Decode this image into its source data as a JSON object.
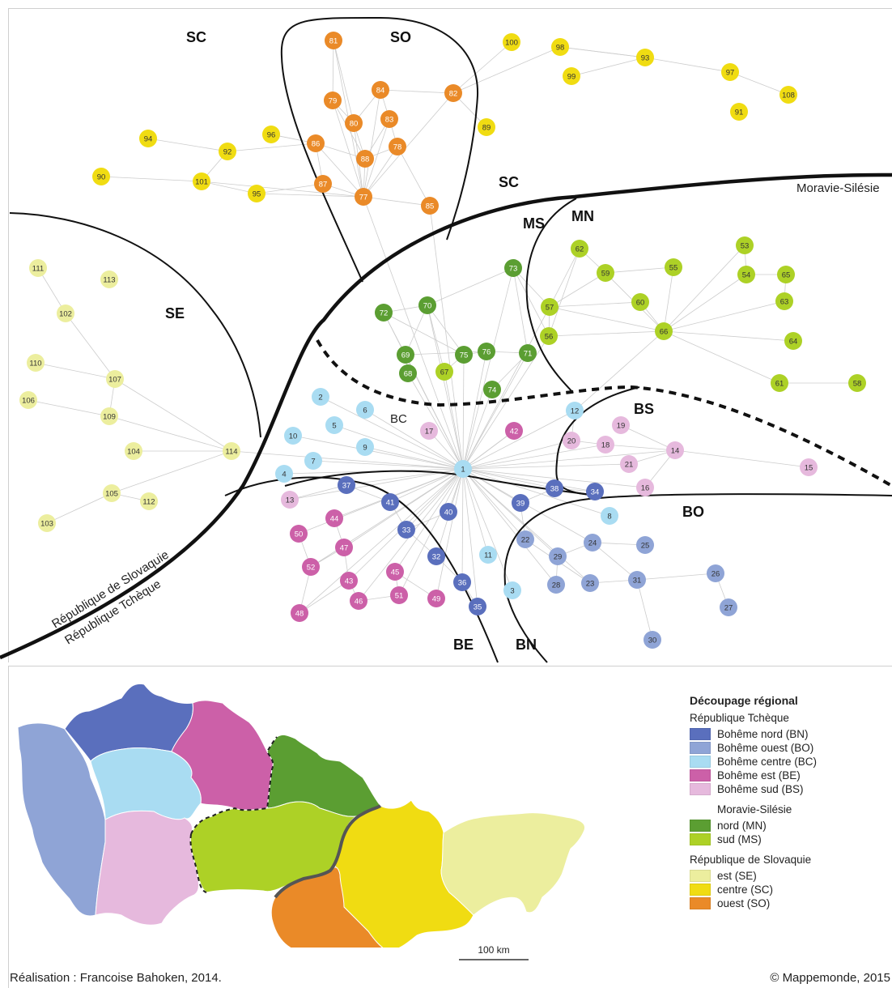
{
  "regions": {
    "SC": "SC",
    "SO": "SO",
    "SE": "SE",
    "MS": "MS",
    "MN": "MN",
    "BS": "BS",
    "BO": "BO",
    "BE": "BE",
    "BN": "BN",
    "BC": "BC"
  },
  "labels": {
    "moravie": "Moravie-Silésie",
    "slovaquie": "République de Slovaquie",
    "tcheque": "République Tchèque"
  },
  "legend": {
    "title": "Découpage régional",
    "cz_title": "République Tchèque",
    "cz_items": [
      {
        "label": "Bohême nord (BN)",
        "color": "#5a6fbd"
      },
      {
        "label": "Bohême ouest (BO)",
        "color": "#8fa4d6"
      },
      {
        "label": "Bohême centre (BC)",
        "color": "#a9dcf2"
      },
      {
        "label": "Bohême est (BE)",
        "color": "#cc60a8"
      },
      {
        "label": "Bohême sud (BS)",
        "color": "#e6b9dd"
      }
    ],
    "ms_title": "Moravie-Silésie",
    "ms_items": [
      {
        "label": "nord (MN)",
        "color": "#5b9e32"
      },
      {
        "label": "sud (MS)",
        "color": "#add126"
      }
    ],
    "sk_title": "République de Slovaquie",
    "sk_items": [
      {
        "label": "est (SE)",
        "color": "#ecee9e"
      },
      {
        "label": "centre (SC)",
        "color": "#f0dc12"
      },
      {
        "label": "ouest (SO)",
        "color": "#ea8a28"
      }
    ]
  },
  "scale": "100 km",
  "credit_left": "Réalisation : Francoise Bahoken, 2014.",
  "credit_right": "© Mappemonde, 2015"
}
